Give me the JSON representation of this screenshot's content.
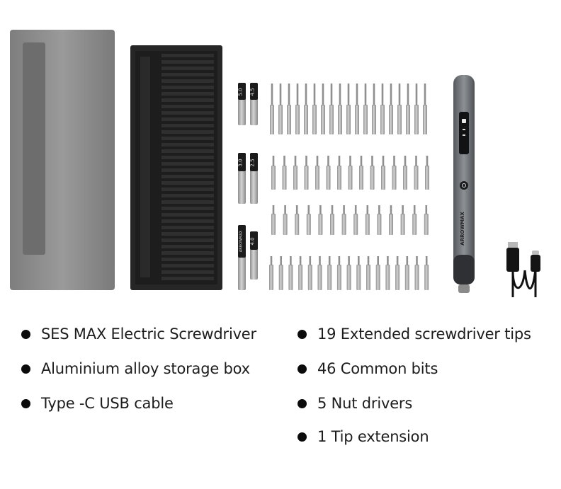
{
  "products": {
    "storage_lid": {
      "color": "#8c8c8c"
    },
    "storage_tray": {
      "color": "#262626"
    },
    "nut_drivers": {
      "sizes": [
        "5.0",
        "4.5",
        "3.0",
        "2.5",
        "4.0"
      ],
      "extension_label": "ARROWMAX"
    },
    "bits": {
      "color": "#a6a6a6"
    },
    "screwdriver": {
      "brand": "ARROWMAX",
      "color": "#6e7277"
    },
    "cable": {
      "color": "#111111"
    }
  },
  "features": {
    "left": [
      "SES MAX Electric Screwdriver",
      "Aluminium alloy storage box",
      "Type -C USB cable"
    ],
    "right": [
      "19 Extended screwdriver tips",
      "46 Common bits",
      "5 Nut drivers",
      "1 Tip extension"
    ]
  }
}
